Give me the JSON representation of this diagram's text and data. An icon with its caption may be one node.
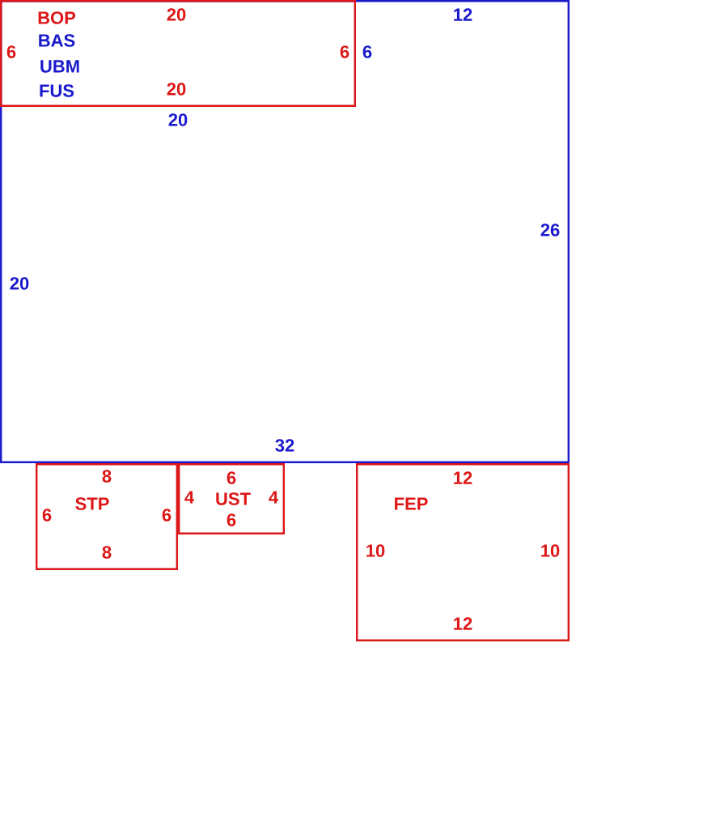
{
  "diagram": {
    "nodes": [
      {
        "text": [
          "12",
          "6",
          "20",
          "26",
          "20",
          "32"
        ]
      },
      {
        "text": [
          "BOP",
          "20",
          "BAS",
          "6",
          "6",
          "UBM",
          "FUS",
          "20"
        ],
        "in": 0
      },
      {
        "text": [
          "8",
          "6",
          "STP",
          "6",
          "8"
        ]
      },
      {
        "text": [
          "6",
          "4",
          "UST",
          "4",
          "6"
        ]
      },
      {
        "text": [
          "12",
          "FEP",
          "10",
          "10",
          "12"
        ]
      }
    ]
  }
}
